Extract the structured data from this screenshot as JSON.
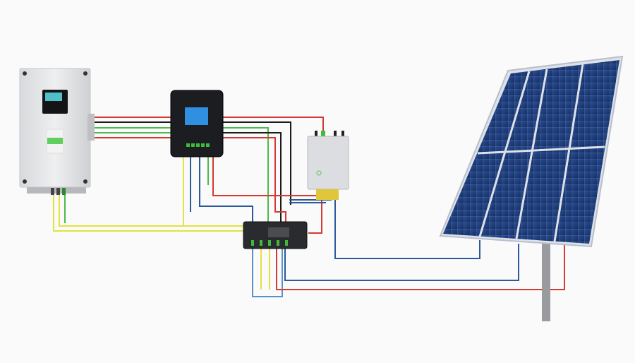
{
  "diagram": {
    "components": [
      {
        "id": "inverter",
        "icon": "inverter-icon"
      },
      {
        "id": "charge-controller",
        "icon": "charge-controller-icon"
      },
      {
        "id": "junction-box",
        "icon": "junction-box-icon"
      },
      {
        "id": "combiner-box",
        "icon": "combiner-box-icon"
      },
      {
        "id": "solar-panel",
        "icon": "solar-panel-icon"
      }
    ],
    "wire_colors": {
      "positive": "#d23a32",
      "negative": "#1b1b1b",
      "ground": "#4cbb4c",
      "signal_yellow": "#e4e23c",
      "signal_blue": "#2a5a9c"
    },
    "colors": {
      "background": "#fafafa",
      "panel_cell": "#1f3f7a",
      "inverter_body": "#e2e3e5",
      "controller_body": "#1c1d20",
      "screen": "#2f8fe0"
    }
  }
}
